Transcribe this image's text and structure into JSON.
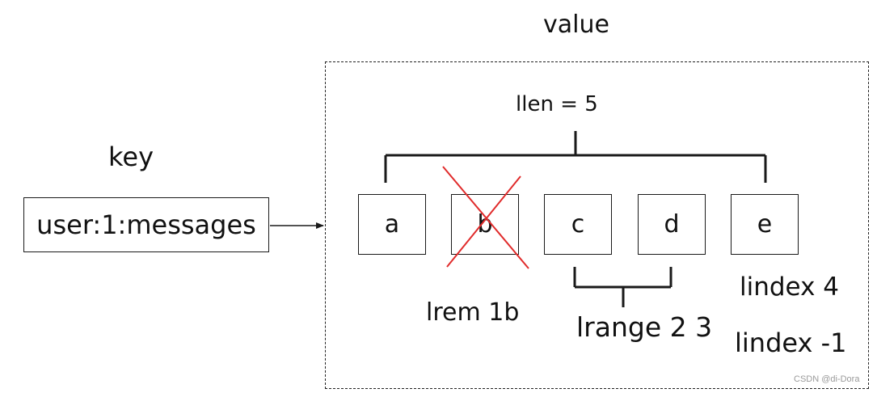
{
  "diagram": {
    "value_label": "value",
    "key_label": "key",
    "key_name": "user:1:messages",
    "llen_label": "llen = 5",
    "elements": [
      "a",
      "b",
      "c",
      "d",
      "e"
    ],
    "removed_element": "b",
    "lrem_label": "lrem 1b",
    "lrange_label": "lrange 2 3",
    "lindex_labels": [
      "lindex 4",
      "lindex -1"
    ],
    "watermark": "CSDN @di-Dora",
    "colors": {
      "line": "#1a1a1a",
      "remove_mark": "#e02a2a",
      "watermark": "#9a9a9a"
    }
  }
}
